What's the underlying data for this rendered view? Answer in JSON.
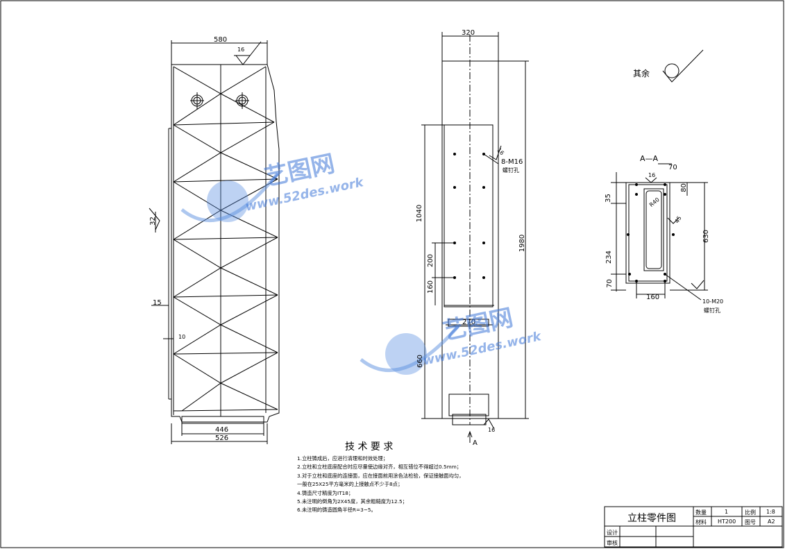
{
  "drawing": {
    "front_view": {
      "dims": {
        "top_width": "580",
        "bottom_outer": "526",
        "bottom_inner": "446",
        "left_15": "15",
        "left_10": "10",
        "rough_16": "16",
        "rough_32": "32"
      }
    },
    "side_view": {
      "dims": {
        "top_width": "320",
        "h_1040": "1040",
        "h_1980": "1980",
        "h_200": "200",
        "h_160": "160",
        "w_270": "270",
        "h_660": "660",
        "rough_16a": "16",
        "rough_16b": "16"
      },
      "holes_note_line1": "8-M16",
      "holes_note_line2": "螺钉孔",
      "section_marker": "A"
    },
    "section_view": {
      "title": "A—A",
      "dims": {
        "w_70": "70",
        "rough_16": "16",
        "v_80": "80",
        "v_35": "35",
        "v_630": "630",
        "v_234": "234",
        "v_70": "70",
        "w_160": "160",
        "r_40": "R40",
        "rough_45": "45"
      },
      "holes_note_line1": "10-M20",
      "holes_note_line2": "螺钉孔"
    },
    "other_roughness_label": "其余"
  },
  "requirements": {
    "heading": "技 术 要 求",
    "items": [
      "1.立柱铸成后，应进行清理和时效处理；",
      "2.立柱和立柱底座配合时应尽量使边缘对齐，相互错位不得超过0.5mm；",
      "3.对于立柱和底座的连接面，应在接面前用涂色法检验，保证接触面均匀，",
      "  一般在25X25平方毫米的上接触点不少于8点；",
      "4.铸造尺寸精度为IT18；",
      "5.未注明的倒角为2X45度，其余粗糙度为12.5；",
      "6.未注明的铸造圆角半径R=3~5。"
    ]
  },
  "title_block": {
    "part_name": "立柱零件图",
    "qty_label": "数量",
    "qty_value": "1",
    "scale_label": "比例",
    "scale_value": "1:8",
    "material_label": "材料",
    "material_value": "HT200",
    "drawing_no_label": "图号",
    "drawing_no_value": "A2",
    "designer_label": "设计",
    "reviewer_label": "审核"
  },
  "watermark": {
    "brand": "艺图网",
    "url": "www.52des.work"
  }
}
